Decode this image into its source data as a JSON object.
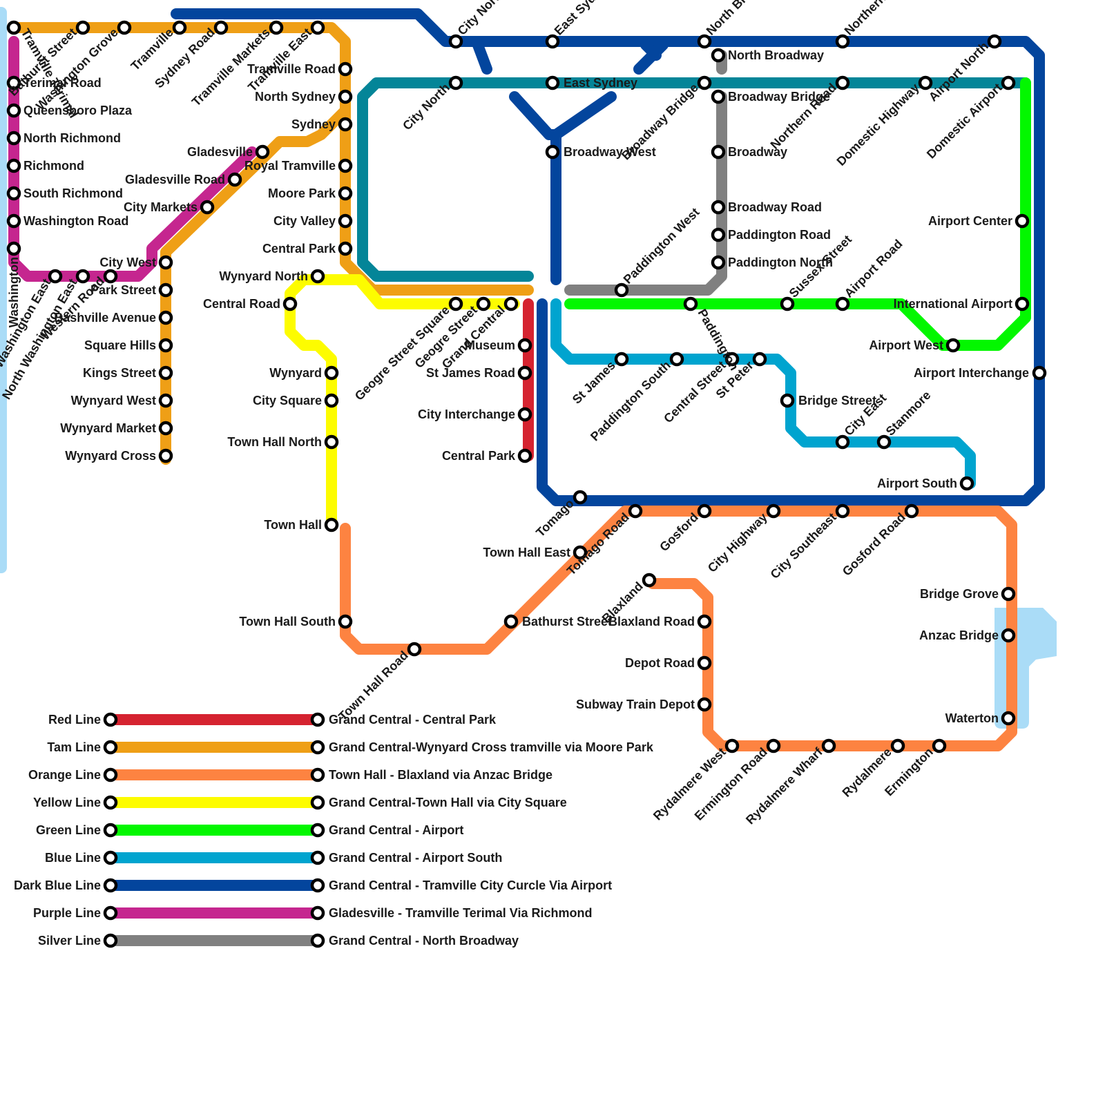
{
  "colors": {
    "red": "#d52330",
    "tam": "#ef9f16",
    "orange": "#fd8341",
    "yellow": "#fdfc00",
    "green": "#03f700",
    "blue": "#00a4cf",
    "darkblue": "#03459d",
    "purple": "#c5268f",
    "silver": "#808080",
    "teal": "#048598",
    "water": "#aadcf7"
  },
  "stations": {
    "tramville_terimal": "Tramville Terimal",
    "bathurst_street": "Bathurst Street",
    "washington_grove": "Washington Grove",
    "tramville": "Tramville",
    "sydney_road": "Sydney Road",
    "tramville_markets": "Tramville Markets",
    "tramville_east": "Tramville East",
    "city_north": "City North",
    "east_sydney": "East Sydney",
    "north_broadway": "North Broadway",
    "northern_road": "Northern Road",
    "airport_north": "Airport North",
    "terimal_road": "Terimal Road",
    "queensboro_plaza": "Queensboro Plaza",
    "north_richmond": "North Richmond",
    "richmond": "Richmond",
    "south_richmond": "South Richmond",
    "washington_road": "Washington Road",
    "washington": "Washington",
    "north_washington_east": "North Washington East",
    "western_road": "Western Road",
    "tramville_road": "Tramville Road",
    "north_sydney": "North Sydney",
    "sydney": "Sydney",
    "gladesville": "Gladesville",
    "gladesville_road": "Gladesville Road",
    "city_markets": "City Markets",
    "royal_tramville": "Royal Tramville",
    "moore_park": "Moore Park",
    "city_valley": "City Valley",
    "central_park_tam": "Central Park",
    "city_west": "City West",
    "park_street": "Park Street",
    "bashville_avenue": "Bashville Avenue",
    "square_hills": "Square Hills",
    "kings_street": "Kings Street",
    "wynyard_west": "Wynyard West",
    "wynyard_market": "Wynyard Market",
    "wynyard_cross": "Wynyard Cross",
    "wynyard_north": "Wynyard North",
    "central_road": "Central Road",
    "wynyard": "Wynyard",
    "city_square": "City Square",
    "town_hall_north": "Town Hall North",
    "town_hall": "Town Hall",
    "town_hall_south": "Town Hall South",
    "town_hall_road": "Town Hall Road",
    "geogre_street_square": "Geogre Street Square",
    "geogre_street": "Geogre Street",
    "grand_central": "Grand Central",
    "museum": "Museum",
    "st_james_road": "St James Road",
    "city_interchange": "City Interchange",
    "central_park_red": "Central Park",
    "broadway_west": "Broadway West",
    "broadway_bridge_label": "Broadway Bridge",
    "broadway_bridge": "Broadway Bridge",
    "broadway": "Broadway",
    "broadway_road": "Broadway Road",
    "paddington_road": "Paddington Road",
    "paddington_north": "Paddington North",
    "paddington_west": "Paddington West",
    "paddington": "Paddington",
    "sussex_street": "Sussex Street",
    "airport_road": "Airport Road",
    "international_airport": "International Airport",
    "airport_west": "Airport West",
    "airport_interchange": "Airport Interchange",
    "airport_center": "Airport Center",
    "domestic_highway": "Domestic Highway",
    "domestic_airport": "Domestic Airport",
    "st_james": "St James",
    "paddington_south": "Paddington South",
    "central_street": "Central Street",
    "st_peter": "St Peter",
    "bridge_street": "Bridge Street",
    "city_east": "City East",
    "stanmore": "Stanmore",
    "airport_south": "Airport South",
    "tomago": "Tomago",
    "town_hall_east": "Town Hall East",
    "tomago_road": "Tomago Road",
    "gosford": "Gosford",
    "city_highway": "City Highway",
    "city_southeast": "City Southeast",
    "gosford_road": "Gosford Road",
    "bathurst_street_orange": "Bathurst Street",
    "blaxland": "Blaxland",
    "blaxland_road": "Blaxland Road",
    "depot_road": "Depot Road",
    "subway_train_depot": "Subway Train Depot",
    "rydalmere_west": "Rydalmere West",
    "ermington_road": "Ermington Road",
    "rydalmere_wharf": "Rydalmere Wharf",
    "rydalmere": "Rydalmere",
    "ermington": "Ermington",
    "bridge_grove": "Bridge Grove",
    "anzac_bridge": "Anzac Bridge",
    "waterton": "Waterton"
  },
  "legend": [
    {
      "name": "Red Line",
      "route": "Grand Central - Central Park",
      "color": "#d52330"
    },
    {
      "name": "Tam Line",
      "route": "Grand Central-Wynyard Cross  tramville via Moore Park",
      "color": "#ef9f16"
    },
    {
      "name": "Orange Line",
      "route": "Town Hall - Blaxland via Anzac Bridge",
      "color": "#fd8341"
    },
    {
      "name": "Yellow Line",
      "route": "Grand Central-Town Hall via City Square",
      "color": "#fdfc00"
    },
    {
      "name": "Green Line",
      "route": "Grand Central - Airport",
      "color": "#03f700"
    },
    {
      "name": "Blue Line",
      "route": "Grand Central - Airport South",
      "color": "#00a4cf"
    },
    {
      "name": "Dark Blue Line",
      "route": "Grand Central - Tramville  City Curcle Via Airport",
      "color": "#03459d"
    },
    {
      "name": "Purple Line",
      "route": "Gladesville - Tramville Terimal Via Richmond",
      "color": "#c5268f"
    },
    {
      "name": "Silver Line",
      "route": "Grand Central - North Broadway",
      "color": "#808080"
    }
  ]
}
